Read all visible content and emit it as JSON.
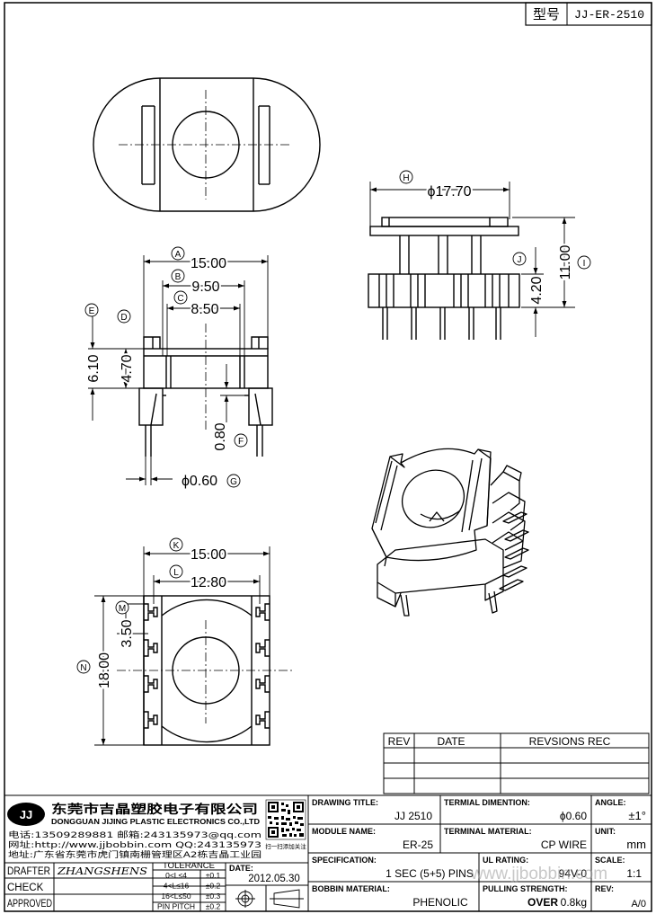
{
  "header": {
    "model_label": "型号",
    "model_value": "JJ-ER-2510"
  },
  "dimensions": {
    "H": {
      "letter": "H",
      "value": "ϕ17.70"
    },
    "I": {
      "letter": "I",
      "value": "11.00"
    },
    "J": {
      "letter": "J",
      "value": "4.20"
    },
    "A": {
      "letter": "A",
      "value": "15.00"
    },
    "B": {
      "letter": "B",
      "value": "9.50"
    },
    "C": {
      "letter": "C",
      "value": "8.50"
    },
    "D": {
      "letter": "D",
      "value": "4.70"
    },
    "E": {
      "letter": "E",
      "value": "6.10"
    },
    "F": {
      "letter": "F",
      "value": "0.80"
    },
    "G": {
      "letter": "G",
      "value": "ϕ0.60"
    },
    "K": {
      "letter": "K",
      "value": "15.00"
    },
    "L": {
      "letter": "L",
      "value": "12.80"
    },
    "M": {
      "letter": "M",
      "value": "3.50"
    },
    "N": {
      "letter": "N",
      "value": "18.00"
    }
  },
  "revisions": {
    "rev": "REV",
    "date": "DATE",
    "rec": "REVSIONS REC"
  },
  "company": {
    "logo": "JJ",
    "name_cn": "东莞市吉晶塑胶电子有限公司",
    "name_en": "DONGGUAN JIJING PLASTIC ELECTRONICS CO.,LTD",
    "phone_line": "电话:13509289881   邮箱:243135973@qq.com",
    "web_line": "网址:http://www.jjbobbin.com  QQ:243135973",
    "address_line": "地址:广东省东莞市虎门镇南栅管理区A2栋吉晶工业园",
    "qr_caption": "扫一扫添加关注"
  },
  "title_block": {
    "drawing_title_label": "DRAWING TITLE:",
    "drawing_title_value": "JJ 2510",
    "terminal_dim_label": "TERMIAL DIMENTION:",
    "terminal_dim_value": "ϕ0.60",
    "angle_label": "ANGLE:",
    "angle_value": "±1°",
    "module_name_label": "MODULE NAME:",
    "module_name_value": "ER-25",
    "terminal_material_label": "TERMINAL MATERIAL:",
    "terminal_material_value": "CP WIRE",
    "unit_label": "UNIT:",
    "unit_value": "mm",
    "specification_label": "SPECIFICATION:",
    "specification_value": "1 SEC (5+5) PINS",
    "ul_rating_label": "UL RATING:",
    "ul_rating_value": "94V-0",
    "scale_label": "SCALE:",
    "scale_value": "1:1",
    "bobbin_material_label": "BOBBIN  MATERIAL:",
    "bobbin_material_value": "PHENOLIC",
    "pulling_strength_label": "PULLING STRENGTH:",
    "pulling_strength_over": "OVER",
    "pulling_strength_value": "0.8kg",
    "rev_label": "REV:",
    "rev_value": "A/0",
    "drafter_label": "DRAFTER",
    "drafter_value": "ZHANGSHENS",
    "check_label": "CHECK",
    "approved_label": "APPROVED",
    "tolerance_label": "TOLERANCE",
    "tolerance_rows": [
      {
        "range": "0<L≤4",
        "value": "±0.1"
      },
      {
        "range": "4<L≤16",
        "value": "±0.2"
      },
      {
        "range": "16<L≤50",
        "value": "±0.3"
      },
      {
        "range": "PIN PITCH",
        "value": "±0.2"
      }
    ],
    "date_label": "DATE:",
    "date_value": "2012.05.30"
  },
  "watermark": "www.jjbobbin.com"
}
